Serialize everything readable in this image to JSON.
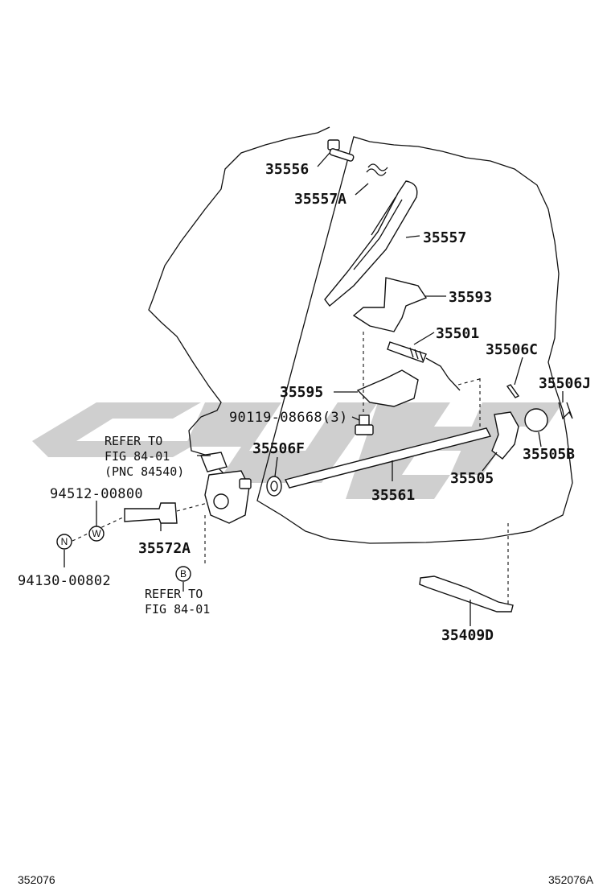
{
  "figure": {
    "footer_left": "352076",
    "footer_right": "352076A",
    "watermark_text": "",
    "colors": {
      "line": "#111111",
      "watermark": "#c8c8c8",
      "background": "#ffffff"
    }
  },
  "callouts": {
    "p35556": "35556",
    "p35557A": "35557A",
    "p35557": "35557",
    "p35593": "35593",
    "p35501": "35501",
    "p35506C": "35506C",
    "p35506J": "35506J",
    "p35595": "35595",
    "p90119": "90119-08668(3)",
    "p35506F": "35506F",
    "p35505B": "35505B",
    "p35505": "35505",
    "p35561": "35561",
    "p94512": "94512-00800",
    "p35572A": "35572A",
    "p94130": "94130-00802",
    "p35409D": "35409D"
  },
  "references": {
    "ref1_line1": "REFER TO",
    "ref1_line2": "FIG 84-01",
    "ref1_line3": "(PNC 84540)",
    "ref2_line1": "REFER TO",
    "ref2_line2": "FIG 84-01"
  },
  "markers": {
    "n": "N",
    "w": "W",
    "b": "B"
  }
}
